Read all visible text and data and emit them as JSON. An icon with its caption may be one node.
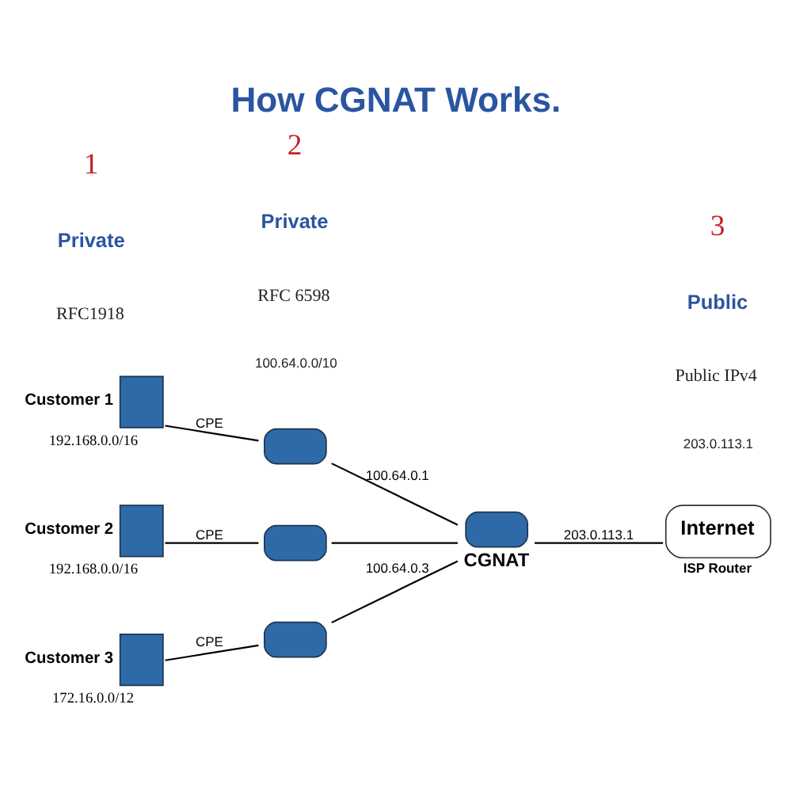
{
  "diagram": {
    "title": "How CGNAT Works.",
    "nodes": [
      {
        "text": [],
        "shape": "computer",
        "beside": [
          "Customer 1",
          "192.168.0.0/16"
        ]
      },
      {
        "text": [],
        "shape": "computer",
        "beside": [
          "Customer 2",
          "192.168.0.0/16"
        ]
      },
      {
        "text": [],
        "shape": "computer",
        "beside": [
          "Customer 3",
          "172.16.0.0/12"
        ]
      },
      {
        "text": [],
        "shape": "router"
      },
      {
        "text": [],
        "shape": "router"
      },
      {
        "text": [],
        "shape": "router"
      },
      {
        "text": [],
        "shape": "router",
        "beside": [
          "CGNAT"
        ]
      },
      {
        "text": [
          "Internet"
        ],
        "beside": [
          "ISP Router"
        ]
      }
    ],
    "edges": [
      {
        "from": 0,
        "to": 3,
        "arrow": "none",
        "label": "CPE"
      },
      {
        "from": 1,
        "to": 4,
        "arrow": "none",
        "label": "CPE"
      },
      {
        "from": 2,
        "to": 5,
        "arrow": "none",
        "label": "CPE"
      },
      {
        "from": 3,
        "to": 6,
        "arrow": "none",
        "label": "100.64.0.1"
      },
      {
        "from": 4,
        "to": 6,
        "arrow": "none"
      },
      {
        "from": 5,
        "to": 6,
        "arrow": "none",
        "label": "100.64.0.3"
      },
      {
        "from": 6,
        "to": 7,
        "arrow": "none",
        "label": "203.0.113.1"
      }
    ],
    "labels": [
      "1",
      "Private",
      "RFC1918",
      "2",
      "Private",
      "RFC 6598",
      "100.64.0.0/10",
      "3",
      "Public",
      "Public IPv4",
      "203.0.113.1"
    ]
  }
}
